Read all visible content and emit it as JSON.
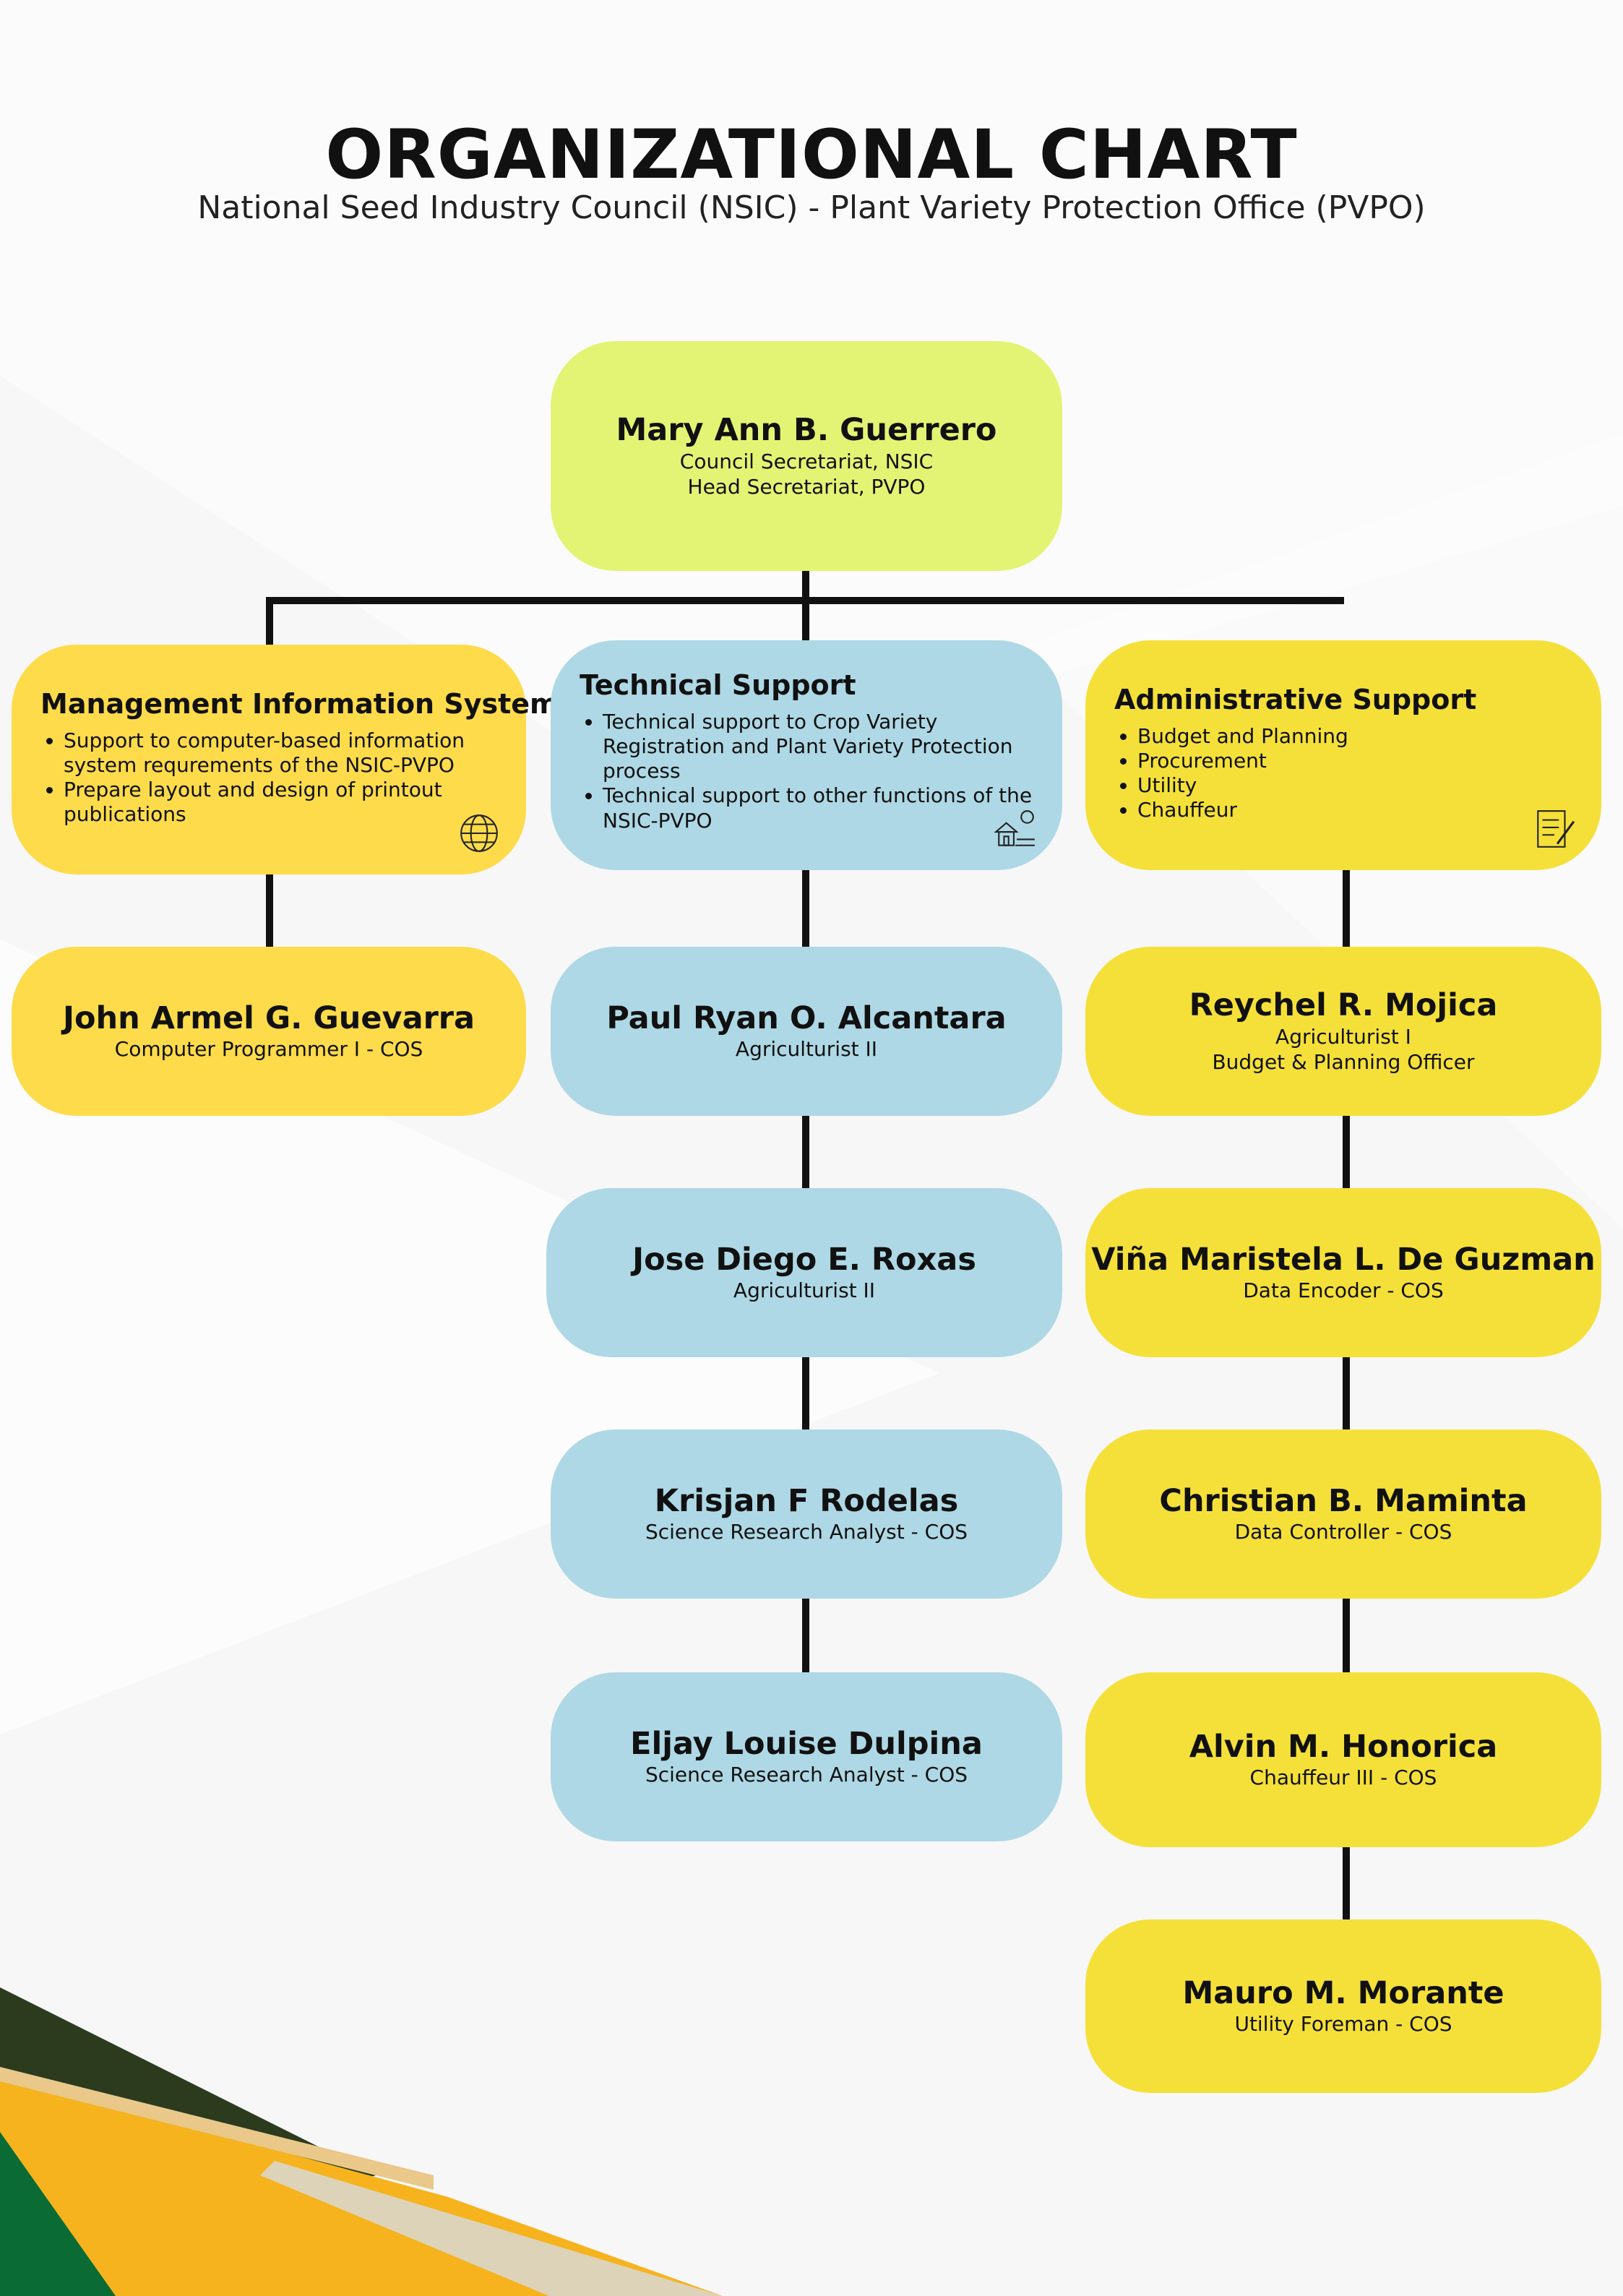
{
  "header": {
    "title": "ORGANIZATIONAL CHART",
    "subtitle": "National Seed Industry Council (NSIC) - Plant Variety Protection Office (PVPO)"
  },
  "head": {
    "name": "Mary Ann B. Guerrero",
    "roles": [
      "Council Secretariat, NSIC",
      "Head Secretariat, PVPO"
    ]
  },
  "units": [
    {
      "title": "Management Information System",
      "items": [
        "Support to computer-based information system requrements of the NSIC-PVPO",
        "Prepare layout and design of printout publications"
      ],
      "icon": "globe-icon"
    },
    {
      "title": "Technical Support",
      "items": [
        "Technical support to Crop Variety Registration and Plant Variety Protection process",
        "Technical support to other functions of the NSIC-PVPO"
      ],
      "icon": "farm-icon"
    },
    {
      "title": "Administrative Support",
      "items": [
        "Budget and Planning",
        "Procurement",
        "Utility",
        "Chauffeur"
      ],
      "icon": "checklist-icon"
    }
  ],
  "staff": {
    "mis": [
      {
        "name": "John Armel G. Guevarra",
        "roles": [
          "Computer Programmer I - COS"
        ]
      }
    ],
    "technical": [
      {
        "name": "Paul Ryan O. Alcantara",
        "roles": [
          "Agriculturist II"
        ]
      },
      {
        "name": "Jose Diego E. Roxas",
        "roles": [
          "Agriculturist II"
        ]
      },
      {
        "name": "Krisjan F Rodelas",
        "roles": [
          "Science Research Analyst - COS"
        ]
      },
      {
        "name": "Eljay Louise Dulpina",
        "roles": [
          "Science Research Analyst - COS"
        ]
      }
    ],
    "admin": [
      {
        "name": "Reychel R. Mojica",
        "roles": [
          "Agriculturist I",
          "Budget & Planning Officer"
        ]
      },
      {
        "name": "Viña Maristela L. De Guzman",
        "roles": [
          "Data Encoder - COS"
        ]
      },
      {
        "name": "Christian B. Maminta",
        "roles": [
          "Data Controller - COS"
        ]
      },
      {
        "name": "Alvin M. Honorica",
        "roles": [
          "Chauffeur III - COS"
        ]
      },
      {
        "name": "Mauro M. Morante",
        "roles": [
          "Utility Foreman - COS"
        ]
      }
    ]
  },
  "colors": {
    "head": "#e3f474",
    "mis": "#fddb4a",
    "technical": "#aed8e5",
    "admin": "#f5e03a",
    "connector": "#111111",
    "corner_green": "#0b6b35",
    "corner_orange": "#f6b31e",
    "corner_dark": "#2c3a1e"
  }
}
